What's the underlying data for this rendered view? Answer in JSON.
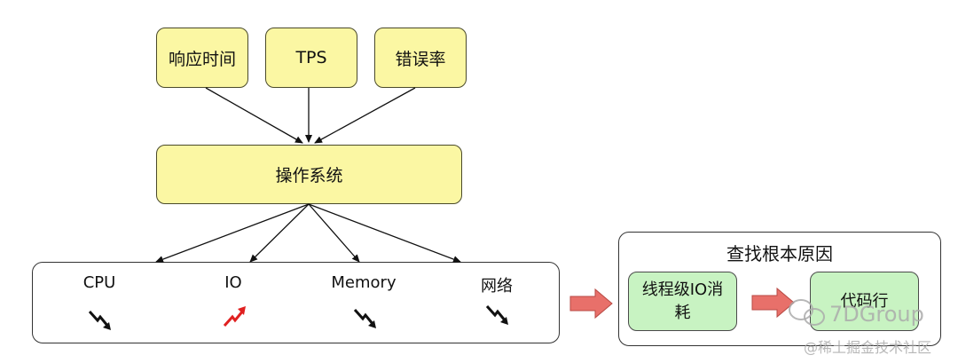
{
  "metrics": {
    "response_time": "响应时间",
    "tps": "TPS",
    "error_rate": "错误率"
  },
  "os_box": "操作系统",
  "resources": {
    "cpu": "CPU",
    "io": "IO",
    "memory": "Memory",
    "network": "网络"
  },
  "trends": {
    "cpu": "down",
    "io": "up",
    "memory": "down",
    "network": "down"
  },
  "root_cause": {
    "title": "查找根本原因",
    "thread_io_line1": "线程级IO消",
    "thread_io_line2": "耗",
    "code_line": "代码行"
  },
  "watermark": {
    "brand": "7DGroup",
    "community": "@稀土掘金技术社区"
  },
  "colors": {
    "trend_down": "#111111",
    "trend_up": "#e02020",
    "box_yellow": "#fbf7a3",
    "box_green": "#c8f3c2",
    "arrow_red": "#e8706a"
  }
}
